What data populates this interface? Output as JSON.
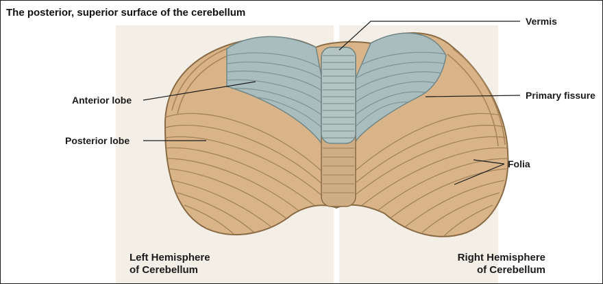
{
  "title": "The posterior, superior surface of the cerebellum",
  "labels": {
    "vermis": "Vermis",
    "primary_fissure": "Primary fissure",
    "folia": "Folia",
    "anterior_lobe": "Anterior lobe",
    "posterior_lobe": "Posterior lobe"
  },
  "hemispheres": {
    "left_line1": "Left Hemisphere",
    "left_line2": "of Cerebellum",
    "right_line1": "Right Hemisphere",
    "right_line2": "of Cerebellum"
  },
  "colors": {
    "anterior_lobe": "#a9bdbe",
    "posterior_lobe": "#d8b488",
    "background": "#f1ede4"
  }
}
